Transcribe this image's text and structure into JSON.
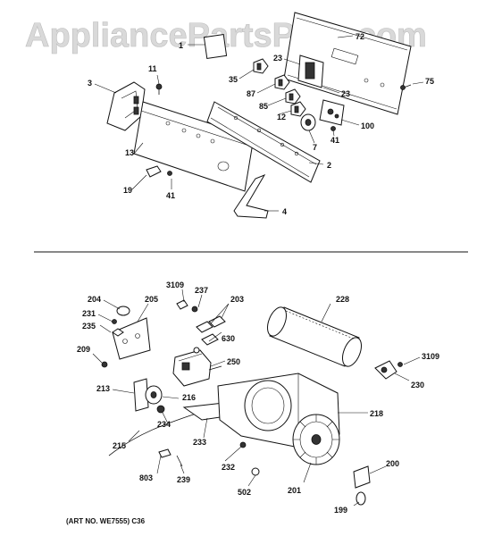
{
  "watermark": "AppliancePartsPros.com",
  "art_number": "(ART NO. WE7555)  C36",
  "callouts": {
    "p1": "1",
    "p72": "72",
    "p23a": "23",
    "p35": "35",
    "p87": "87",
    "p23b": "23",
    "p75": "75",
    "p85": "85",
    "p12": "12",
    "p41a": "41",
    "p100": "100",
    "p7": "7",
    "p11": "11",
    "p3": "3",
    "p13": "13",
    "p2": "2",
    "p19": "19",
    "p41b": "41",
    "p4": "4",
    "p3109a": "3109",
    "p237": "237",
    "p203": "203",
    "p204": "204",
    "p205": "205",
    "p231": "231",
    "p235": "235",
    "p228": "228",
    "p630": "630",
    "p209": "209",
    "p250": "250",
    "p3109b": "3109",
    "p230": "230",
    "p213": "213",
    "p216": "216",
    "p234": "234",
    "p218": "218",
    "p215": "215",
    "p233": "233",
    "p232": "232",
    "p200": "200",
    "p803": "803",
    "p239": "239",
    "p502": "502",
    "p201": "201",
    "p199": "199"
  }
}
